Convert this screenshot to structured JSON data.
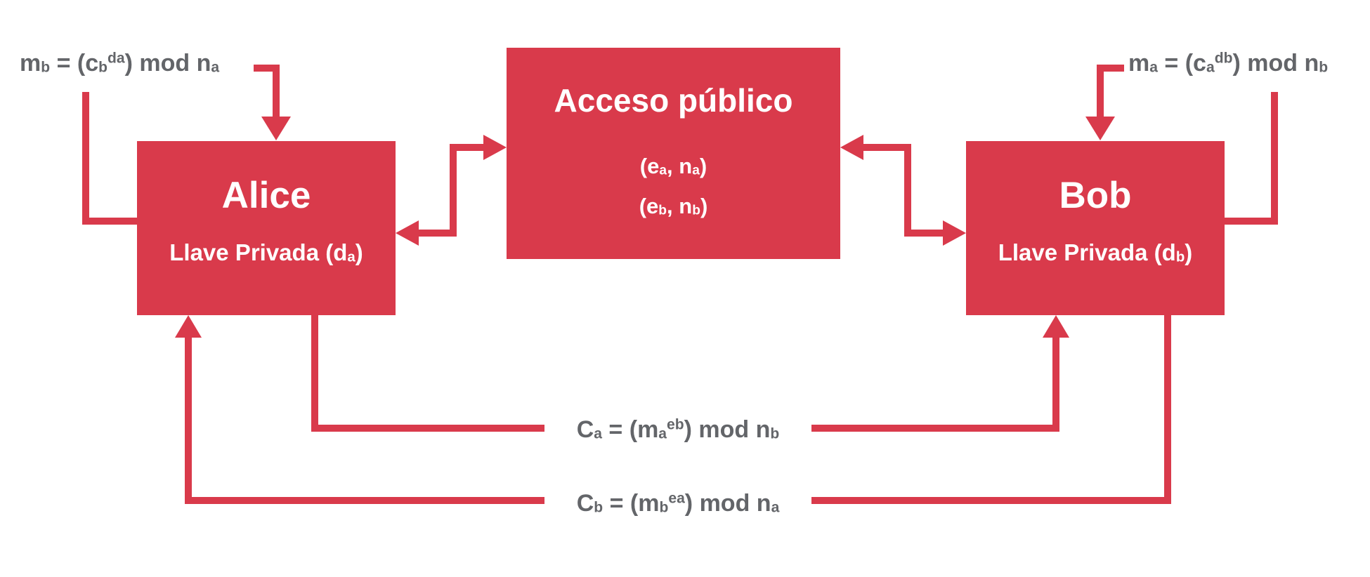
{
  "colors": {
    "red": "#D93A4B",
    "formula_text": "#636569",
    "box_text": "#FFFFFF"
  },
  "boxes": {
    "alice": {
      "title": "Alice",
      "subtitle": [
        {
          "t": "Llave Privada (d"
        },
        {
          "t": "a",
          "s": "sub"
        },
        {
          "t": ")"
        }
      ]
    },
    "bob": {
      "title": "Bob",
      "subtitle": [
        {
          "t": "Llave Privada (d"
        },
        {
          "t": "b",
          "s": "sub"
        },
        {
          "t": ")"
        }
      ]
    },
    "public": {
      "title": "Acceso público",
      "key_a": [
        {
          "t": "(e"
        },
        {
          "t": "a",
          "s": "sub"
        },
        {
          "t": ", n"
        },
        {
          "t": "a",
          "s": "sub"
        },
        {
          "t": ")"
        }
      ],
      "key_b": [
        {
          "t": "(e"
        },
        {
          "t": "b",
          "s": "sub"
        },
        {
          "t": ", n"
        },
        {
          "t": "b",
          "s": "sub"
        },
        {
          "t": ")"
        }
      ]
    }
  },
  "formulas": {
    "decrypt_by_alice": [
      {
        "t": "m"
      },
      {
        "t": "b",
        "s": "sub"
      },
      {
        "t": " = ("
      },
      {
        "t": "c"
      },
      {
        "t": "b",
        "s": "sub"
      },
      {
        "t": "da",
        "s": "sup"
      },
      {
        "t": ") mod n"
      },
      {
        "t": "a",
        "s": "sub"
      }
    ],
    "decrypt_by_bob": [
      {
        "t": "m"
      },
      {
        "t": "a",
        "s": "sub"
      },
      {
        "t": " = ("
      },
      {
        "t": "c"
      },
      {
        "t": "a",
        "s": "sub"
      },
      {
        "t": "db",
        "s": "sup"
      },
      {
        "t": ") mod n"
      },
      {
        "t": "b",
        "s": "sub"
      }
    ],
    "cipher_from_alice": [
      {
        "t": "C"
      },
      {
        "t": "a",
        "s": "sub"
      },
      {
        "t": " = ("
      },
      {
        "t": "m"
      },
      {
        "t": "a",
        "s": "sub"
      },
      {
        "t": "eb",
        "s": "sup"
      },
      {
        "t": ") mod n"
      },
      {
        "t": "b",
        "s": "sub"
      }
    ],
    "cipher_from_bob": [
      {
        "t": "C"
      },
      {
        "t": "b",
        "s": "sub"
      },
      {
        "t": " = ("
      },
      {
        "t": "m"
      },
      {
        "t": "b",
        "s": "sub"
      },
      {
        "t": "ea",
        "s": "sup"
      },
      {
        "t": ") mod n"
      },
      {
        "t": "a",
        "s": "sub"
      }
    ]
  }
}
